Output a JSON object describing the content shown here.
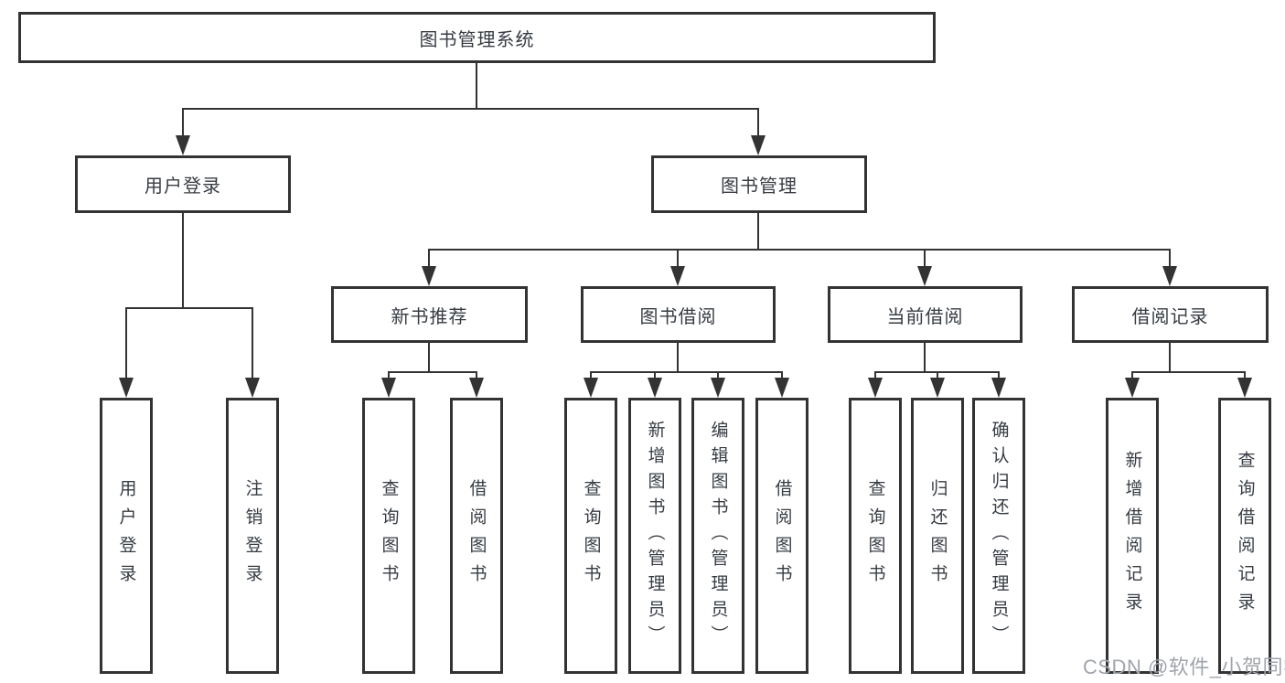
{
  "diagram": {
    "title": "图书管理系统",
    "root": {
      "label": "图书管理系统"
    },
    "level2": [
      {
        "label": "用户登录"
      },
      {
        "label": "图书管理"
      }
    ],
    "level3": [
      {
        "label": "新书推荐"
      },
      {
        "label": "图书借阅"
      },
      {
        "label": "当前借阅"
      },
      {
        "label": "借阅记录"
      }
    ],
    "leaves": [
      {
        "label": "用户登录",
        "parent": "用户登录"
      },
      {
        "label": "注销登录",
        "parent": "用户登录"
      },
      {
        "label": "查询图书",
        "parent": "新书推荐"
      },
      {
        "label": "借阅图书",
        "parent": "新书推荐"
      },
      {
        "label": "查询图书",
        "parent": "图书借阅"
      },
      {
        "label": "新增图书（管理员）",
        "parent": "图书借阅"
      },
      {
        "label": "编辑图书（管理员）",
        "parent": "图书借阅"
      },
      {
        "label": "借阅图书",
        "parent": "图书借阅"
      },
      {
        "label": "查询图书",
        "parent": "当前借阅"
      },
      {
        "label": "归还图书",
        "parent": "当前借阅"
      },
      {
        "label": "确认归还（管理员）",
        "parent": "当前借阅"
      },
      {
        "label": "新增借阅记录",
        "parent": "借阅记录"
      },
      {
        "label": "查询借阅记录",
        "parent": "借阅记录"
      }
    ],
    "colors": {
      "line": "#333333",
      "text": "#373c43",
      "background": "#ffffff",
      "watermark": "#a0a5ab"
    }
  },
  "watermark": {
    "text": "CSDN @软件_小贺同学"
  }
}
